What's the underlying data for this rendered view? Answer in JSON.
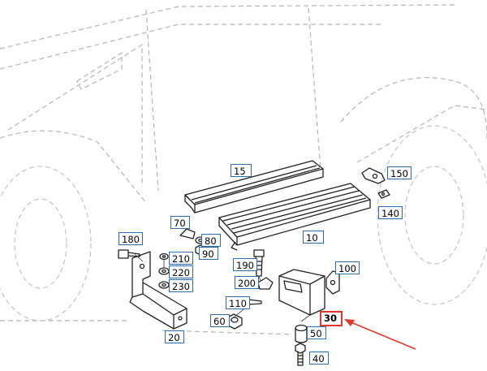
{
  "callouts": {
    "p15": "15",
    "p150": "150",
    "p140": "140",
    "p10": "10",
    "p70": "70",
    "p80": "80",
    "p90": "90",
    "p180": "180",
    "p210": "210",
    "p220": "220",
    "p230": "230",
    "p190": "190",
    "p100": "100",
    "p200": "200",
    "p110": "110",
    "p60": "60",
    "p30": "30",
    "p50": "50",
    "p40": "40",
    "p20": "20"
  },
  "highlight": {
    "part": "30",
    "color": "#e0382a"
  },
  "colors": {
    "callout_border": "#2a6db0",
    "line": "#222222",
    "ghost_line": "#b5b5b5"
  }
}
